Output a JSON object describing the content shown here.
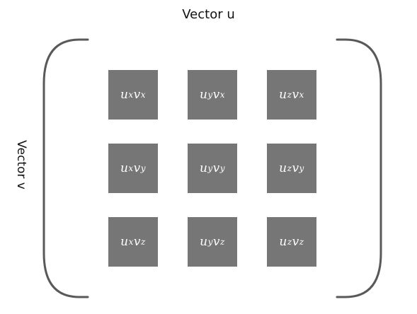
{
  "labels": {
    "top": "Vector u",
    "left": "Vector v"
  },
  "colors": {
    "cell_fill": "#767676",
    "cell_text": "#ffffff",
    "bracket_stroke": "#595959"
  },
  "matrix": {
    "rows": [
      [
        {
          "a": "u",
          "a_sub": "x",
          "b": "v",
          "b_sub": "x"
        },
        {
          "a": "u",
          "a_sub": "y",
          "b": "v",
          "b_sub": "x"
        },
        {
          "a": "u",
          "a_sub": "z",
          "b": "v",
          "b_sub": "x"
        }
      ],
      [
        {
          "a": "u",
          "a_sub": "x",
          "b": "v",
          "b_sub": "y"
        },
        {
          "a": "u",
          "a_sub": "y",
          "b": "v",
          "b_sub": "y"
        },
        {
          "a": "u",
          "a_sub": "z",
          "b": "v",
          "b_sub": "y"
        }
      ],
      [
        {
          "a": "u",
          "a_sub": "x",
          "b": "v",
          "b_sub": "z"
        },
        {
          "a": "u",
          "a_sub": "y",
          "b": "v",
          "b_sub": "z"
        },
        {
          "a": "u",
          "a_sub": "z",
          "b": "v",
          "b_sub": "z"
        }
      ]
    ]
  }
}
